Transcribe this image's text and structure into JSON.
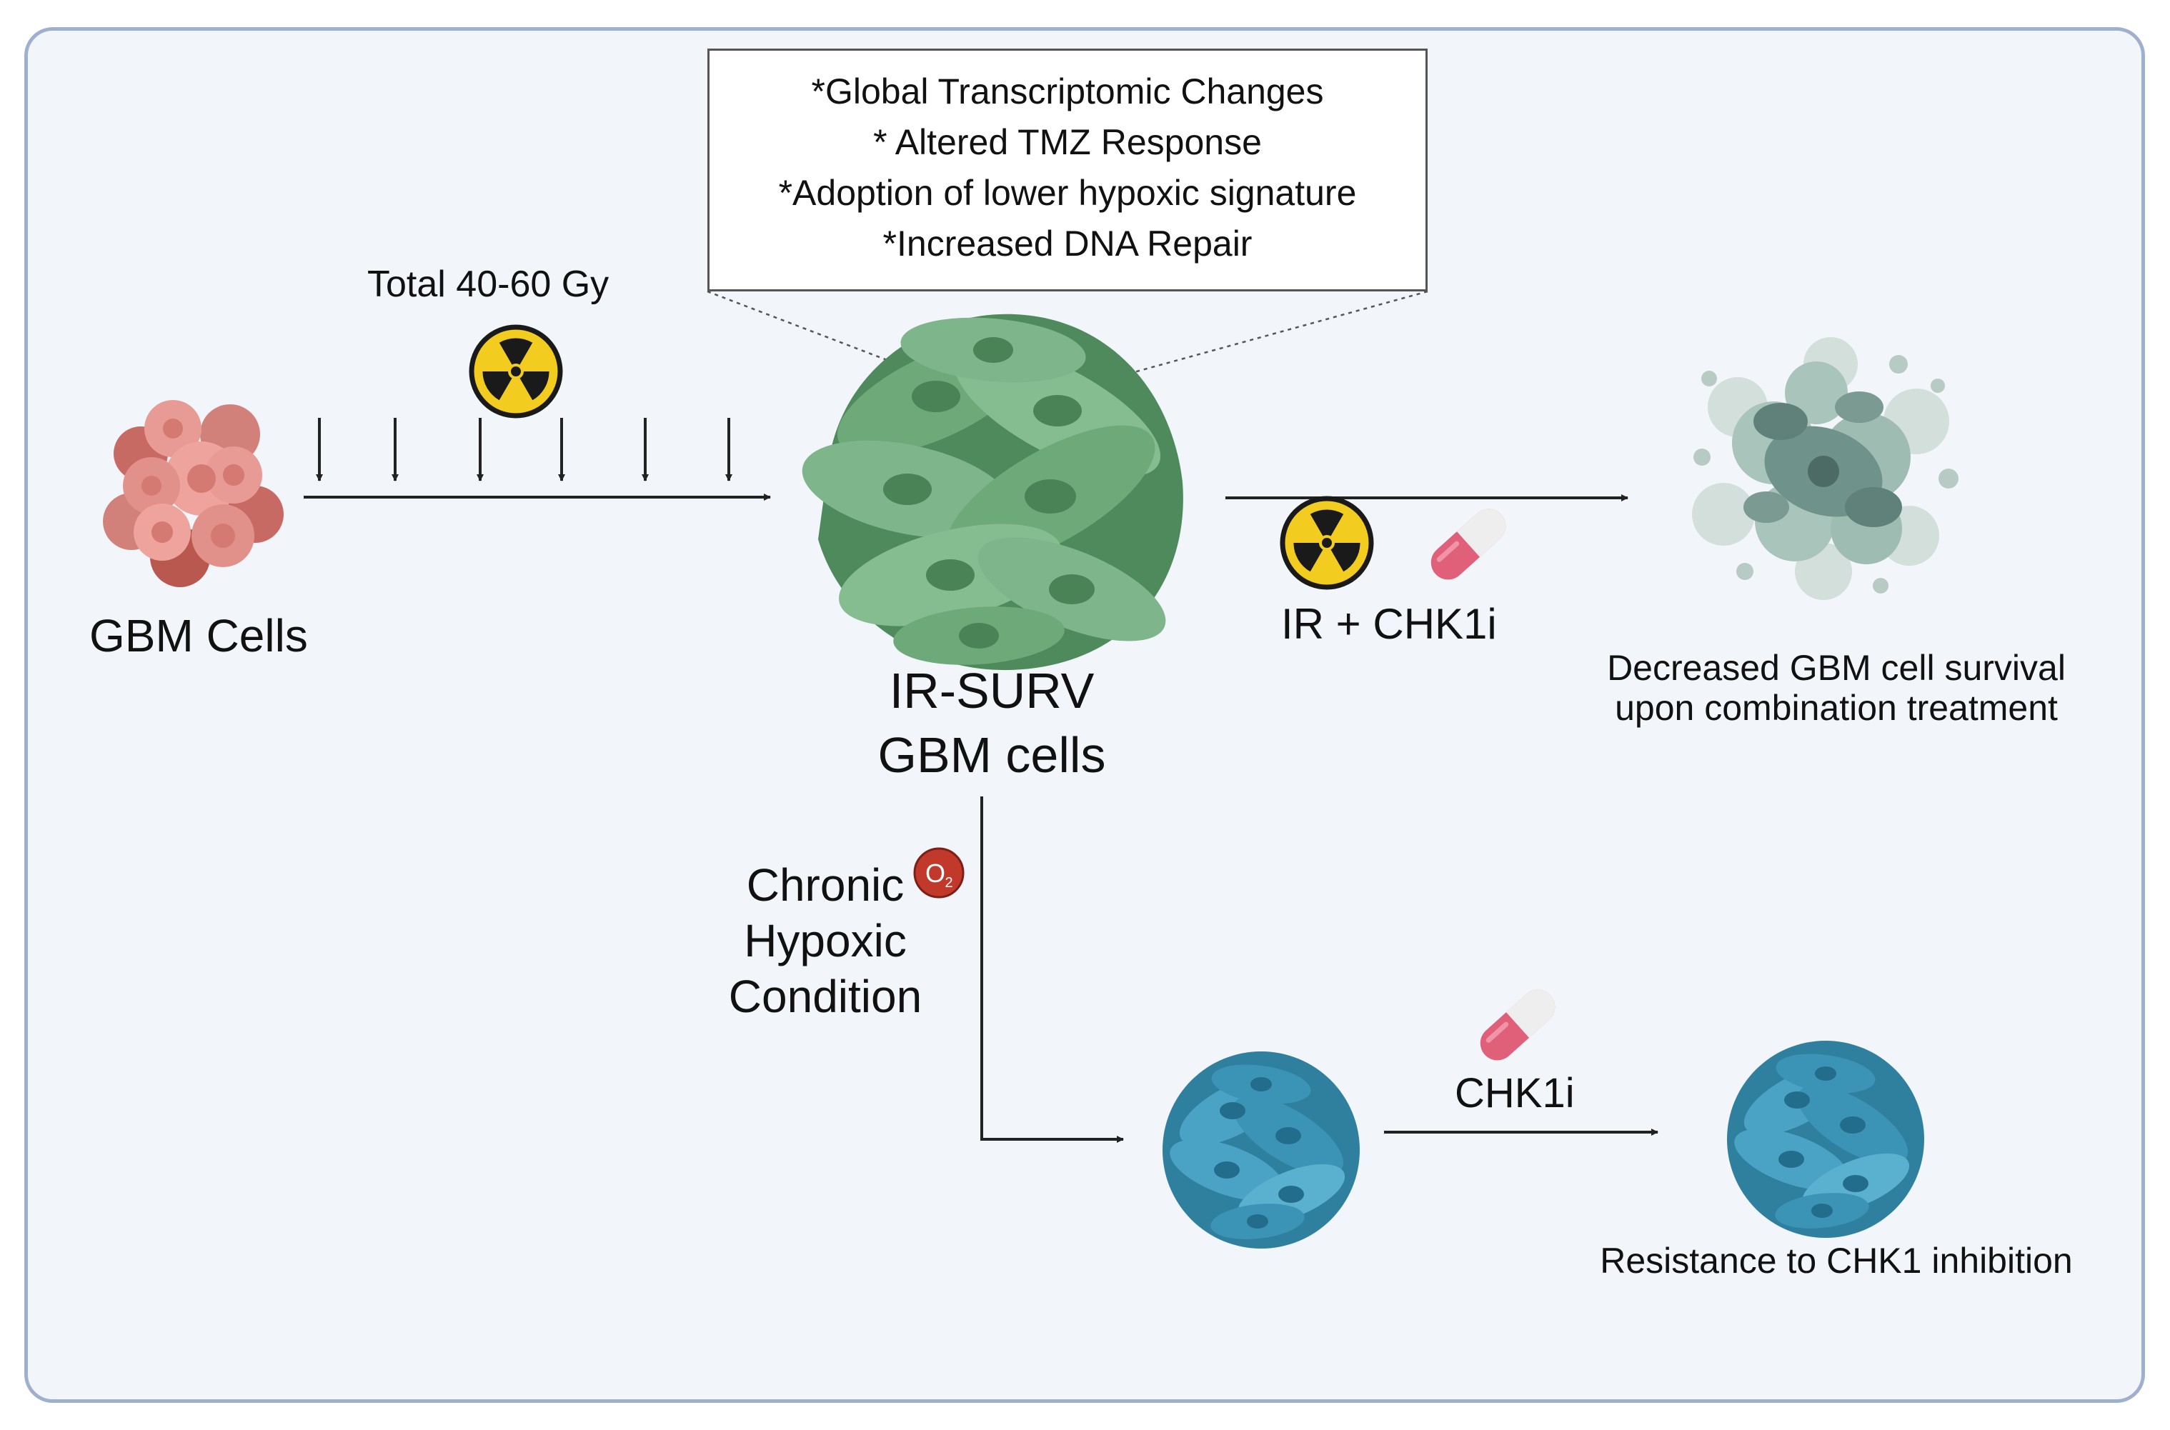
{
  "callout": {
    "lines": [
      "*Global Transcriptomic Changes",
      "* Altered TMZ Response",
      "*Adoption of lower hypoxic signature",
      "*Increased DNA Repair"
    ]
  },
  "labels": {
    "dose": "Total 40-60 Gy",
    "gbm_cells": "GBM Cells",
    "irsurv_line1": "IR-SURV",
    "irsurv_line2": "GBM cells",
    "combo_treatment": "IR + CHK1i",
    "outcome_line1": "Decreased GBM cell survival",
    "outcome_line2": "upon combination treatment",
    "hypoxia_line1": "Chronic",
    "hypoxia_line2": "Hypoxic",
    "hypoxia_line3": "Condition",
    "chk1i": "CHK1i",
    "resistance": "Resistance to CHK1 inhibition",
    "oxygen_symbol": "O",
    "oxygen_subscript": "2"
  },
  "icons": {
    "radiation": "radiation-hazard-icon",
    "pill": "pill-capsule-icon",
    "oxygen": "oxygen-molecule-icon"
  },
  "colors": {
    "frame_border": "#9fb0cf",
    "background": "#f2f6fb",
    "gbm_pink": "#e89a94",
    "irsurv_green": "#7fb58a",
    "dead_cells_gray": "#7a9a92",
    "hypoxic_blue": "#3f97b8",
    "radiation_yellow": "#f2cc1f",
    "pill_pink": "#e0607a",
    "oxygen_red": "#c0392b"
  }
}
